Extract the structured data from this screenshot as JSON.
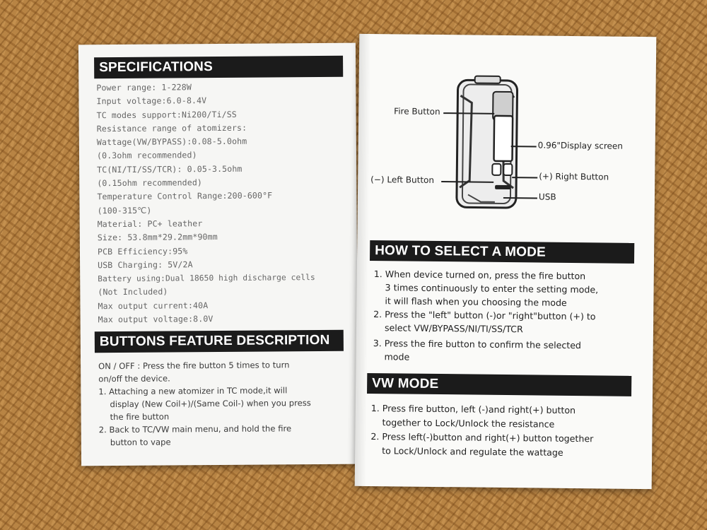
{
  "left_page": {
    "specifications_heading": "SPECIFICATIONS",
    "spec_lines": [
      "Power range: 1-228W",
      "Input voltage:6.0-8.4V",
      "TC modes support:Ni200/Ti/SS",
      "Resistance range of atomizers:",
      "Wattage(VW/BYPASS):0.08-5.0ohm",
      "(0.3ohm recommended)",
      "TC(NI/TI/SS/TCR): 0.05-3.5ohm",
      "(0.15ohm recommended)",
      "Temperature Control Range:200-600°F",
      "(100-315℃)",
      "Material: PC+ leather",
      "Size: 53.8mm*29.2mm*90mm",
      "PCB Efficiency:95%",
      "USB Charging: 5V/2A",
      "Battery using:Dual 18650 high discharge cells",
      "(Not Included)",
      "Max output current:40A",
      "Max output voltage:8.0V"
    ],
    "buttons_heading": "BUTTONS FEATURE DESCRIPTION",
    "buttons_lines": [
      "ON / OFF : Press the fire button 5 times to turn",
      "on/off the device.",
      "1. Attaching a new atomizer in TC mode,it will",
      "display (New Coil+)/(Same Coil-) when you press",
      "the fire button",
      "2. Back to TC/VW main menu, and hold the fire",
      "button to vape"
    ]
  },
  "right_page": {
    "diagram_labels": {
      "fire_button": "Fire Button",
      "display": "0.96\"Display screen",
      "left_button": "(−) Left  Button",
      "right_button": "(+) Right  Button",
      "usb": "USB"
    },
    "select_mode_heading": "HOW TO SELECT A MODE",
    "select_mode_lines": [
      "1. When device turned on, press the fire button",
      "3 times continuously to enter the setting mode,",
      "it will flash when you choosing the mode",
      "2. Press the \"left\" button (-)or \"right\"button (+) to",
      "select VW/BYPASS/NI/TI/SS/TCR",
      "3. Press the fire button to confirm the selected",
      "mode"
    ],
    "vw_mode_heading": "VW MODE",
    "vw_mode_lines": [
      "1. Press fire button, left (-)and right(+) button",
      "together to Lock/Unlock the resistance",
      "2. Press left(-)button and right(+) button together",
      "to Lock/Unlock and regulate the wattage"
    ]
  },
  "colors": {
    "header_bar": "#1b1b1b",
    "paper": "#f6f6f4",
    "background": "#b88444"
  }
}
